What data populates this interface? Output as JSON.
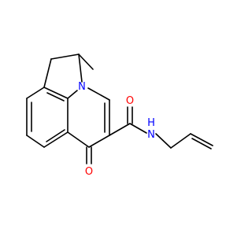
{
  "molecule": {
    "atom_labels": {
      "nitrogen_ring": "N",
      "amide_n": "N",
      "amide_h": "H",
      "ketone_o": "O",
      "amide_o": "O"
    },
    "colors": {
      "bond": "#000000",
      "nitrogen": "#0000ff",
      "oxygen": "#ff0000",
      "background": "#ffffff"
    }
  }
}
